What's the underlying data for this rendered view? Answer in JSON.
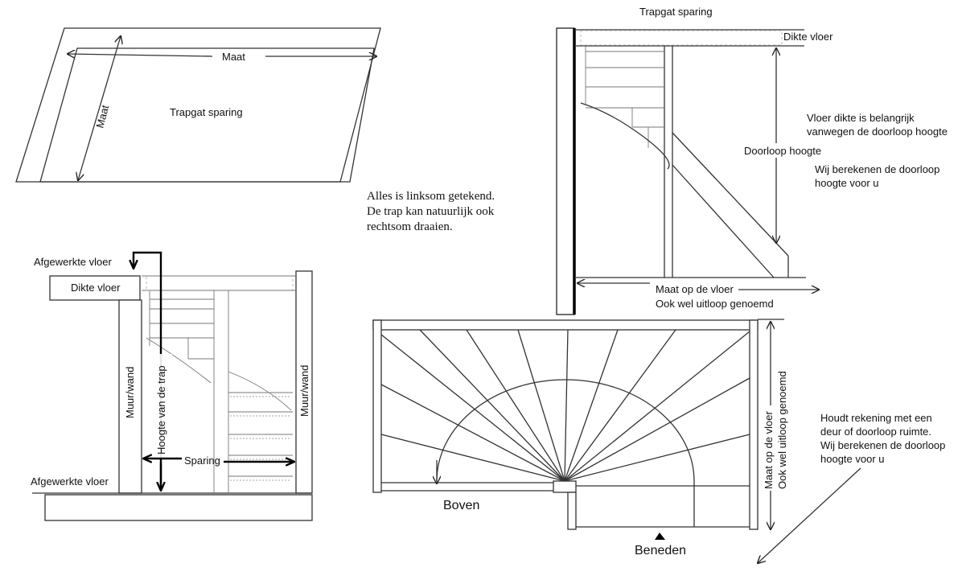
{
  "top_left": {
    "maat_horizontal": "Maat",
    "maat_vertical": "Maat",
    "trapgat": "Trapgat sparing"
  },
  "note_left": {
    "line1": "Alles is linksom getekend.",
    "line2": "De trap kan natuurlijk ook",
    "line3": "rechtsom draaien."
  },
  "top_right": {
    "title": "Trapgat sparing",
    "dikte_vloer": "Dikte vloer",
    "doorloop_hoogte": "Doorloop hoogte",
    "vloer_dikte_line1": "Vloer dikte is belangrijk",
    "vloer_dikte_line2": "vanwegen de doorloop hoogte",
    "wij_line1": "Wij berekenen de doorloop",
    "wij_line2": "hoogte voor u",
    "maat_op_vloer": "Maat op de vloer",
    "uitloop": "Ook wel uitloop genoemd"
  },
  "bottom_left": {
    "afgewerkte_top": "Afgewerkte vloer",
    "dikte_vloer": "Dikte vloer",
    "muur_left": "Muur/wand",
    "muur_right": "Muur/wand",
    "hoogte": "Hoogte van de trap",
    "sparing": "Sparing",
    "afgewerkte_bottom": "Afgewerkte vloer"
  },
  "plan": {
    "boven": "Boven",
    "beneden": "Beneden",
    "maat_op_vloer": "Maat op de vloer",
    "uitloop": "Ook wel uitloop genoemd"
  },
  "note_right": {
    "line1": "Houdt rekening met een",
    "line2": "deur of doorloop ruimte.",
    "line3": "Wij berekenen de doorloop",
    "line4": "hoogte voor u"
  }
}
